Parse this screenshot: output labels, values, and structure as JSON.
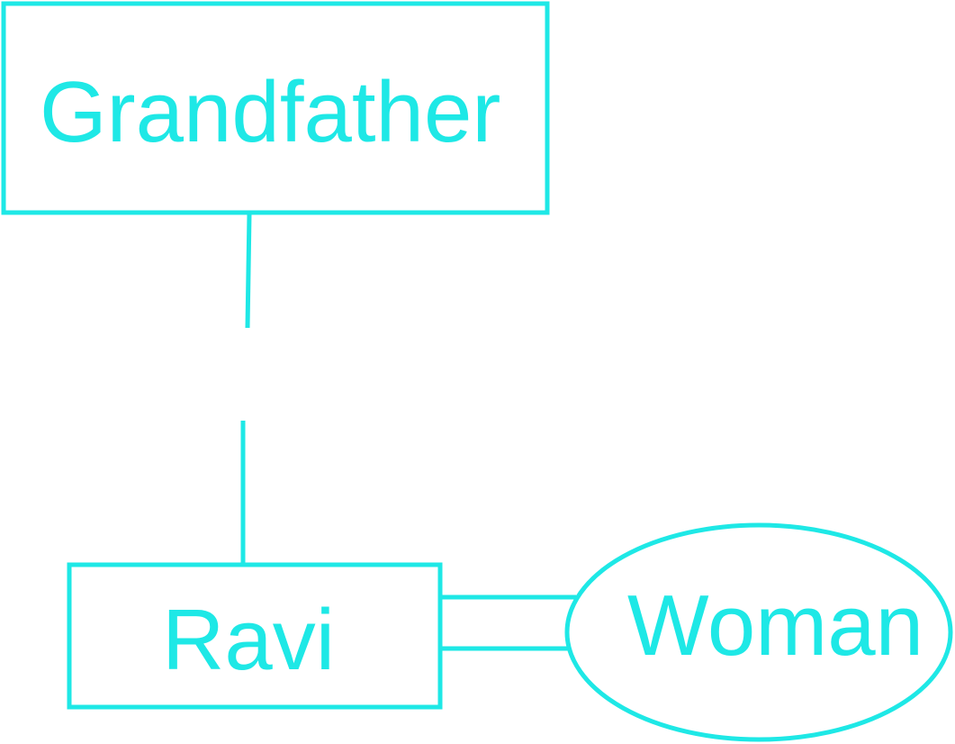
{
  "diagram": {
    "color": "#1ee8e6",
    "nodes": {
      "grandfather": {
        "label": "Grandfather",
        "shape": "rectangle"
      },
      "ravi": {
        "label": "Ravi",
        "shape": "rectangle"
      },
      "woman": {
        "label": "Woman",
        "shape": "ellipse"
      }
    },
    "edges": [
      {
        "from": "Grandfather",
        "to": "Ravi",
        "style": "line with gap"
      },
      {
        "from": "Ravi",
        "to": "Woman",
        "style": "double line"
      }
    ]
  }
}
